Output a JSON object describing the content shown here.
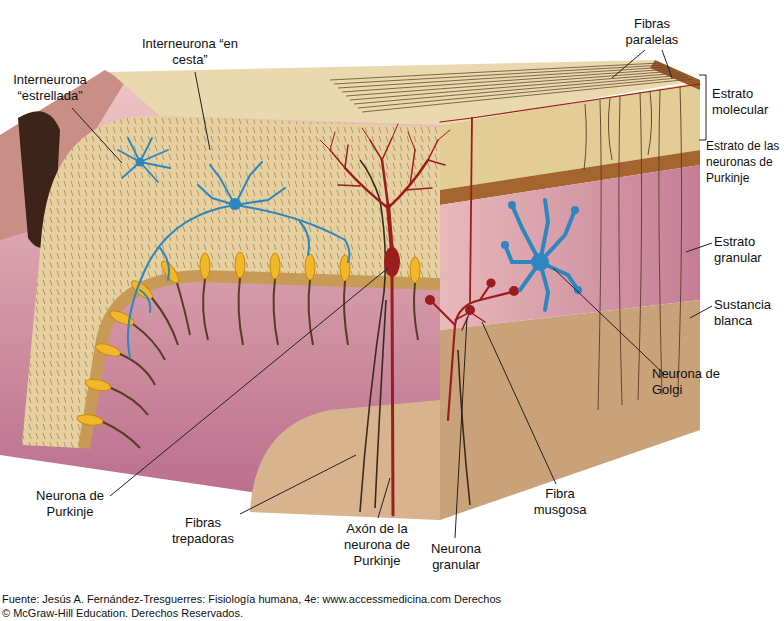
{
  "diagram": {
    "caption": "Fuente: Jesús A. Fernández-Tresguerres: Fisiología humana, 4e: www.accessmedicina.com Derechos © McGraw-Hill Education. Derechos Reservados.",
    "labels": [
      "Fibras paralelas",
      "Interneurona “en cesta”",
      "Interneurona “estrellada”",
      "Estrato molecular",
      "Estrato de las neuronas de Purkinje",
      "Estrato granular",
      "Sustancia blanca",
      "Neurona de Golgi",
      "Fibra musgosa",
      "Neurona granular",
      "Axón de la neurona de Purkinje",
      "Fibras trepadoras",
      "Neurona de Purkinje"
    ]
  }
}
